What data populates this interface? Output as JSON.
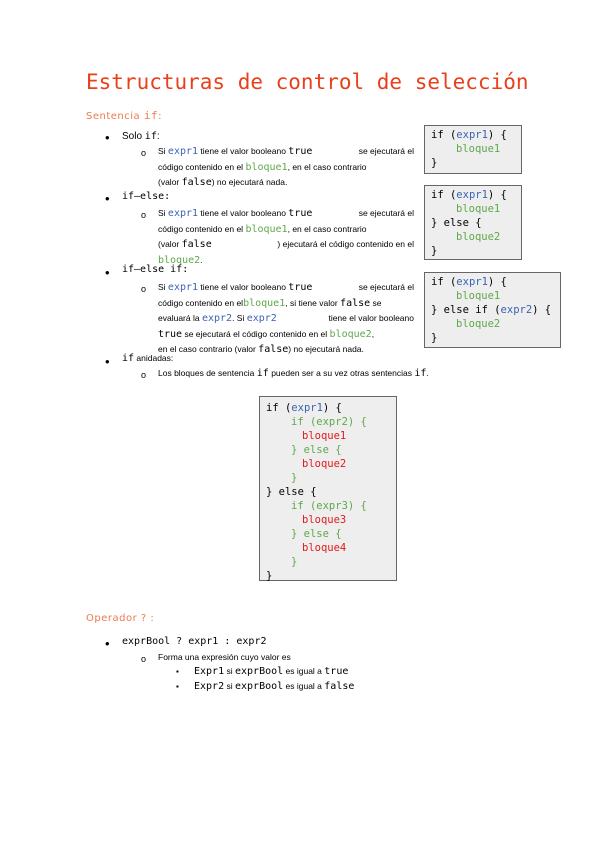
{
  "title": "Estructuras de control de selección",
  "sec1": {
    "label": "Sentencia ",
    "code": "if",
    "colon": ":"
  },
  "if_item": {
    "label_pre": "Solo ",
    "label_code": "if",
    "label_post": ":",
    "l1": {
      "a": "Si ",
      "b": "expr1",
      "c": " tiene el valor booleano ",
      "d": "true",
      "e": " se ejecutará el"
    },
    "l2": {
      "a": "código contenido en el ",
      "b": "bloque1",
      "c": ", en el caso contrario"
    },
    "l3": {
      "a": "(valor ",
      "b": "false",
      "c": ") no ejecutará nada."
    }
  },
  "ifelse_item": {
    "label": "if–else:",
    "l1": {
      "a": "Si ",
      "b": "expr1",
      "c": " tiene el valor booleano ",
      "d": "true",
      "e": " se ejecutará el"
    },
    "l2": {
      "a": "código contenido en el ",
      "b": "bloque1",
      "c": ", en el caso contrario"
    },
    "l3": {
      "a": "(valor ",
      "b": "false",
      "c": ") ejecutará el código contenido en el"
    },
    "l4": {
      "a": "bloque2",
      "b": "."
    }
  },
  "ifelseif_item": {
    "label": "if–else if:",
    "l1": {
      "a": "Si ",
      "b": "expr1",
      "c": " tiene el valor booleano ",
      "d": "true",
      "e": " se ejecutará el"
    },
    "l2": {
      "a": "código contenido en el",
      "b": "bloque1",
      "c": ", si tiene valor ",
      "d": "false",
      "e": " se"
    },
    "l3": {
      "a": "evaluará la ",
      "b": "expr2",
      "c": ". Si ",
      "d": "expr2",
      "e": " tiene el valor booleano"
    },
    "l4": {
      "a": "true",
      "b": " se ejecutará el código contenido en el ",
      "c": "bloque2",
      "d": ","
    },
    "l5": {
      "a": "en el caso contrario (valor ",
      "b": "false",
      "c": ") no ejecutará nada."
    }
  },
  "nested_item": {
    "label_code": "if",
    "label_post": " anidadas:",
    "l1": {
      "a": "Los bloques de sentencia ",
      "b": "if",
      "c": " pueden ser a su vez otras sentencias ",
      "d": "if",
      "e": "."
    }
  },
  "box_if": {
    "l1a": "if (",
    "l1b": "expr1",
    "l1c": ") {",
    "l2": "bloque1",
    "l3": "}"
  },
  "box_ifelse": {
    "l1a": "if (",
    "l1b": "expr1",
    "l1c": ") {",
    "l2": "bloque1",
    "l3": "} else {",
    "l4": "bloque2",
    "l5": "}"
  },
  "box_ifelseif": {
    "l1a": "if (",
    "l1b": "expr1",
    "l1c": ") {",
    "l2": "bloque1",
    "l3a": "} else if (",
    "l3b": "expr2",
    "l3c": ") {",
    "l4": "bloque2",
    "l5": "}"
  },
  "box_nested": {
    "l1a": "if (",
    "l1b": "expr1",
    "l1c": ") {",
    "l2": "if (expr2) {",
    "l3": "bloque1",
    "l4": "} else {",
    "l5": "bloque2",
    "l6": "}",
    "l7": "} else {",
    "l8": "if (expr3) {",
    "l9": "bloque3",
    "l10": "} else {",
    "l11": "bloque4",
    "l12": "}",
    "l13": "}"
  },
  "sec2": {
    "label": "Operador ? :"
  },
  "ternary": {
    "expr": "exprBool ? expr1 : expr2",
    "sub": "Forma una expresión cuyo valor es",
    "s1": {
      "a": "Expr1",
      "b": " si ",
      "c": "exprBool",
      "d": " es igual a ",
      "e": "true"
    },
    "s2": {
      "a": "Expr2",
      "b": " si ",
      "c": "exprBool",
      "d": " es igual a ",
      "e": "false"
    }
  }
}
